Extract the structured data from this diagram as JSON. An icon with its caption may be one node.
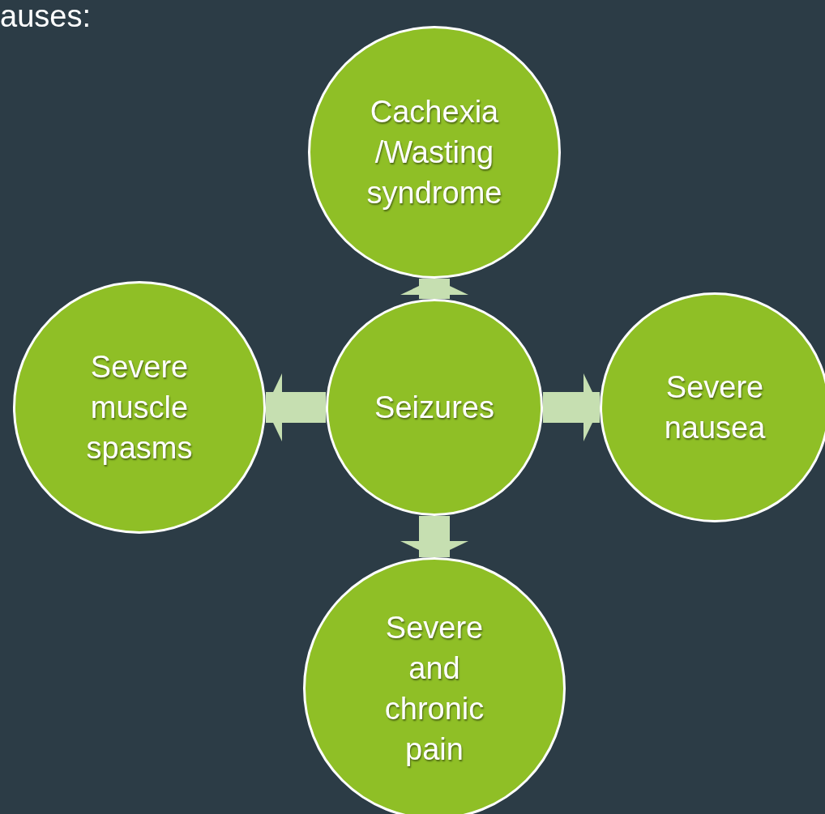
{
  "diagram": {
    "nodes": [
      {
        "text": [
          "Seizures"
        ]
      },
      {
        "text": [
          "Cachexia /Wasting syndrome"
        ]
      },
      {
        "text": [
          "Severe nausea"
        ]
      },
      {
        "text": [
          "Severe and chronic pain"
        ]
      },
      {
        "text": [
          "Severe muscle spasms"
        ]
      }
    ],
    "edges": [
      {
        "from": 0,
        "to": 1,
        "arrow": "to"
      },
      {
        "from": 0,
        "to": 2,
        "arrow": "to"
      },
      {
        "from": 0,
        "to": 3,
        "arrow": "to"
      },
      {
        "from": 0,
        "to": 4,
        "arrow": "to"
      }
    ],
    "labels": [
      "auses:"
    ]
  }
}
